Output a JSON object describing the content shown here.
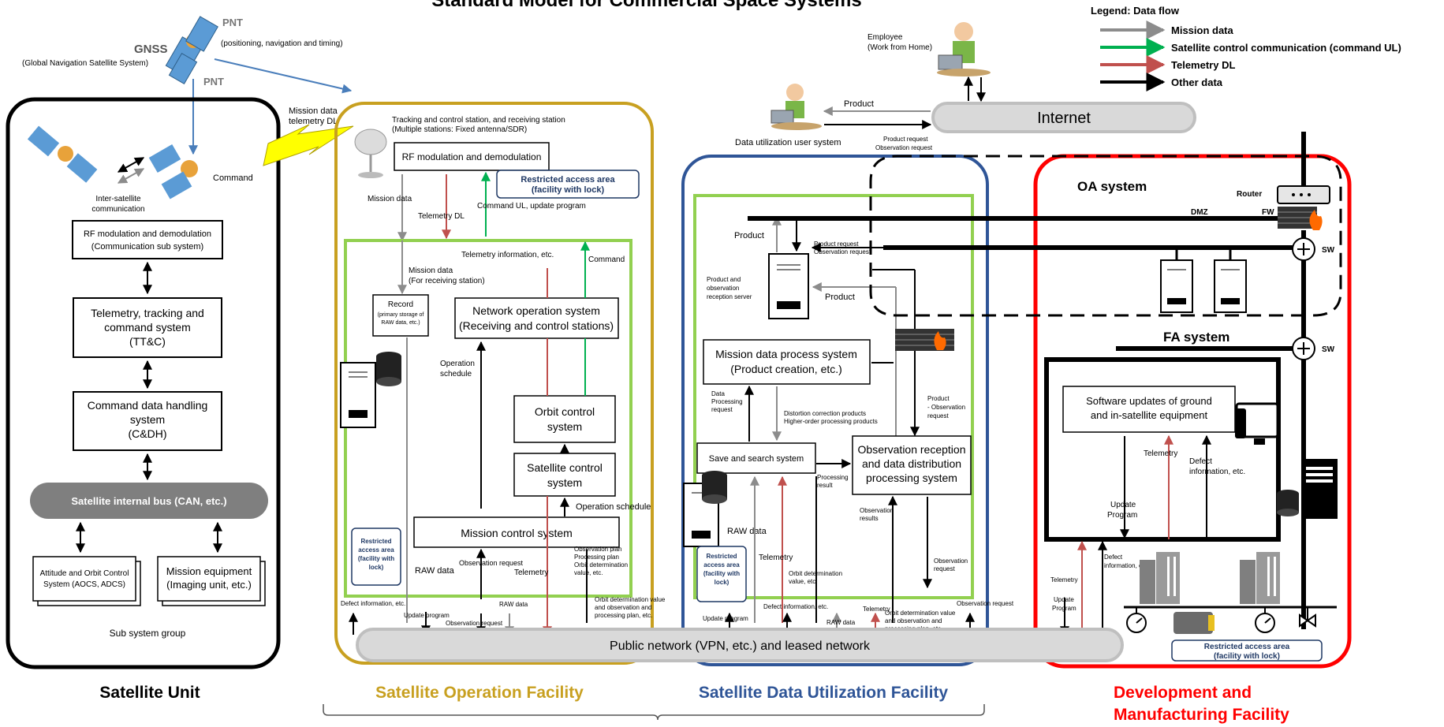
{
  "title": "Standard Model for Commercial Space Systems",
  "legend": {
    "heading": "Legend: Data flow",
    "items": [
      {
        "label": "Mission data",
        "color": "#8c8c8c"
      },
      {
        "label": "Satellite control communication (command UL)",
        "color": "#00b050"
      },
      {
        "label": "Telemetry DL",
        "color": "#c0504d"
      },
      {
        "label": "Other data",
        "color": "#000000"
      }
    ]
  },
  "top": {
    "gnss": "GNSS",
    "gnss_full": "(Global Navigation Satellite System)",
    "pnt1": "PNT",
    "pnt1_desc": "(positioning, navigation and timing)",
    "pnt2": "PNT",
    "mission_dl1": "Mission data",
    "mission_dl2": "telemetry DL",
    "employee1": "Employee",
    "employee2": "(Work from Home)",
    "internet": "Internet",
    "product": "Product",
    "product_request": "Product request",
    "observation_request": "Observation request",
    "data_user": "Data utilization user system"
  },
  "satellite": {
    "intersat1": "Inter-satellite",
    "intersat2": "communication",
    "command": "Command",
    "rf1": "RF modulation and demodulation",
    "rf2": "(Communication sub system)",
    "ttc1": "Telemetry, tracking and",
    "ttc2": "command system",
    "ttc3": "(TT&C)",
    "cdh1": "Command data handling",
    "cdh2": "system",
    "cdh3": "(C&DH)",
    "bus": "Satellite internal bus (CAN, etc.)",
    "aocs1": "Attitude and Orbit Control",
    "aocs2": "System (AOCS, ADCS)",
    "mission1": "Mission equipment",
    "mission2": "(Imaging unit, etc.)",
    "subgroup": "Sub system group",
    "label": "Satellite Unit"
  },
  "operation": {
    "station1": "Tracking and control station, and receiving station",
    "station2": "(Multiple stations: Fixed antenna/SDR)",
    "rf": "RF modulation and demodulation",
    "restricted1": "Restricted access area",
    "restricted2": "(facility with lock)",
    "mission_data": "Mission data",
    "telemetry_dl": "Telemetry DL",
    "command_ul": "Command UL, update program",
    "telemetry_info": "Telemetry information, etc.",
    "command": "Command",
    "mission_data2": "Mission data",
    "for_receiving": "(For receiving station)",
    "record1": "Record",
    "record2": "(primary storage of",
    "record3": "RAW data, etc.)",
    "nos1": "Network operation system",
    "nos2": "(Receiving and control stations)",
    "op_schedule1": "Operation",
    "op_schedule2": "schedule",
    "orbit1": "Orbit control",
    "orbit2": "system",
    "satctl1": "Satellite control",
    "satctl2": "system",
    "op_schedule": "Operation schedule",
    "mcs": "Mission control system",
    "restricted_small1": "Restricted",
    "restricted_small2": "access area",
    "restricted_small3": "(facility with",
    "restricted_small4": "lock)",
    "raw_data": "RAW data",
    "obs_request": "Observation request",
    "telemetry": "Telemetry",
    "obs_plan1": "Observation plan",
    "obs_plan2": "Processing plan",
    "obs_plan3": "Orbit determination",
    "obs_plan4": "value, etc.",
    "defect": "Defect information, etc.",
    "update_prog": "Update program",
    "raw_data2": "RAW data",
    "obs_request2": "Observation request",
    "orbit_det1": "Orbit determination value",
    "orbit_det2": "and observation and",
    "orbit_det3": "processing plan, etc.",
    "label": "Satellite Operation Facility"
  },
  "utilization": {
    "product": "Product",
    "prod_req": "Product request",
    "obs_req": "Observation request",
    "server1": "Product and",
    "server2": "observation",
    "server3": "reception server",
    "product2": "Product",
    "mdps1": "Mission data process system",
    "mdps2": "(Product creation, etc.)",
    "dpr1": "Data",
    "dpr2": "Processing",
    "dpr3": "request",
    "distortion1": "Distortion correction products",
    "distortion2": "Higher-order processing products",
    "prod_obs1": "Product",
    "prod_obs2": "- Observation",
    "prod_obs3": "request",
    "sss": "Save and search system",
    "proc_result1": "Processing",
    "proc_result2": "result",
    "ordp1": "Observation reception",
    "ordp2": "and data distribution",
    "ordp3": "processing system",
    "raw_data": "RAW data",
    "telemetry": "Telemetry",
    "obs_results1": "Observation",
    "obs_results2": "results",
    "restricted1": "Restricted",
    "restricted2": "access area",
    "restricted3": "(facility with",
    "restricted4": "lock)",
    "orbit_det1": "Orbit determination",
    "orbit_det2": "value, etc.",
    "obs_req2": "Observation",
    "obs_req3": "request",
    "update_prog": "Update program",
    "defect": "Defect information, etc.",
    "raw_data2": "RAW data",
    "telemetry2": "Telemetry",
    "orbit_det3": "Orbit determination value",
    "orbit_det4": "and observation and",
    "orbit_det5": "processing plan, etc.",
    "obs_req4": "Observation request",
    "label": "Satellite Data Utilization Facility"
  },
  "development": {
    "oa": "OA system",
    "router": "Router",
    "dmz": "DMZ",
    "fw": "FW",
    "sw1": "SW",
    "fa": "FA system",
    "sw2": "SW",
    "software1": "Software updates of ground",
    "software2": "and in-satellite equipment",
    "telemetry": "Telemetry",
    "defect1": "Defect",
    "defect2": "information, etc.",
    "update1": "Update",
    "update2": "Program",
    "defect3": "Defect",
    "defect4": "information, etc.",
    "telemetry2": "Telemetry",
    "update3": "Update",
    "update4": "Program",
    "restricted": "Restricted access area",
    "restricted2": "(facility with lock)",
    "label1": "Development and",
    "label2": "Manufacturing Facility"
  },
  "network": "Public network (VPN, etc.) and leased network"
}
